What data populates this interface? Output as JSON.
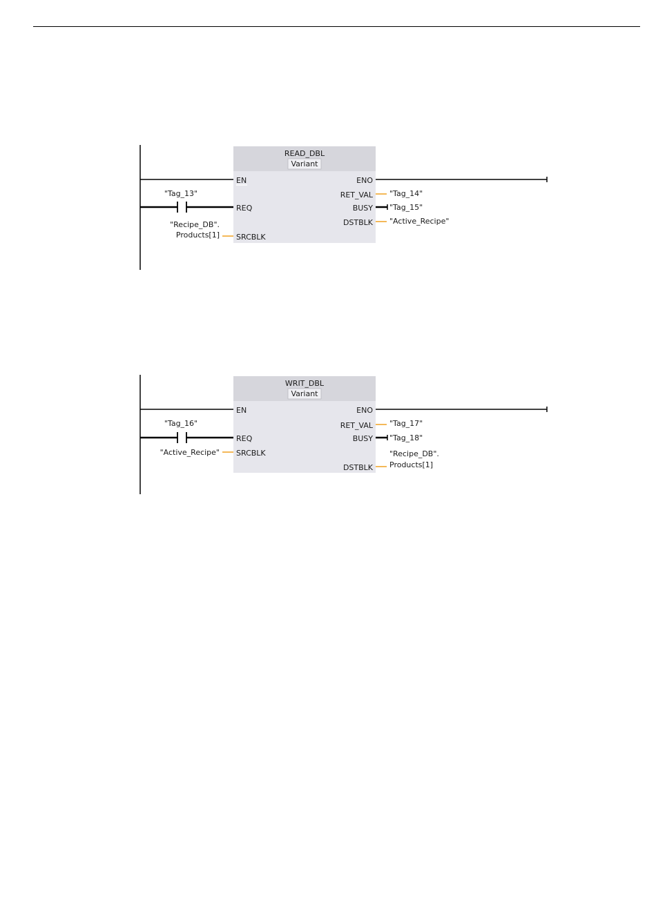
{
  "diagrams": [
    {
      "block_name": "READ_DBL",
      "data_type": "Variant",
      "inputs": {
        "en": "EN",
        "req": "REQ",
        "srcblk": "SRCBLK"
      },
      "outputs": {
        "eno": "ENO",
        "ret_val": "RET_VAL",
        "busy": "BUSY",
        "dstblk": "DSTBLK"
      },
      "contact_tag": "\"Tag_13\"",
      "srcblk_tag_lines": [
        "\"Recipe_DB\".",
        "Products[1]"
      ],
      "ret_val_tag": "\"Tag_14\"",
      "busy_tag": "\"Tag_15\"",
      "dstblk_tag_lines": [
        "\"Active_Recipe\""
      ]
    },
    {
      "block_name": "WRIT_DBL",
      "data_type": "Variant",
      "inputs": {
        "en": "EN",
        "req": "REQ",
        "srcblk": "SRCBLK"
      },
      "outputs": {
        "eno": "ENO",
        "ret_val": "RET_VAL",
        "busy": "BUSY",
        "dstblk": "DSTBLK"
      },
      "contact_tag": "\"Tag_16\"",
      "srcblk_tag_lines": [
        "\"Active_Recipe\""
      ],
      "ret_val_tag": "\"Tag_17\"",
      "busy_tag": "\"Tag_18\"",
      "dstblk_tag_lines": [
        "\"Recipe_DB\".",
        "Products[1]"
      ]
    }
  ],
  "colors": {
    "block_fill": "#e6e6ec",
    "block_header": "#d6d6dc",
    "variant_box": "#f0f0f4",
    "variant_border": "#b8b8c0",
    "orange_wire": "#f0a020",
    "black_wire": "#000000"
  }
}
